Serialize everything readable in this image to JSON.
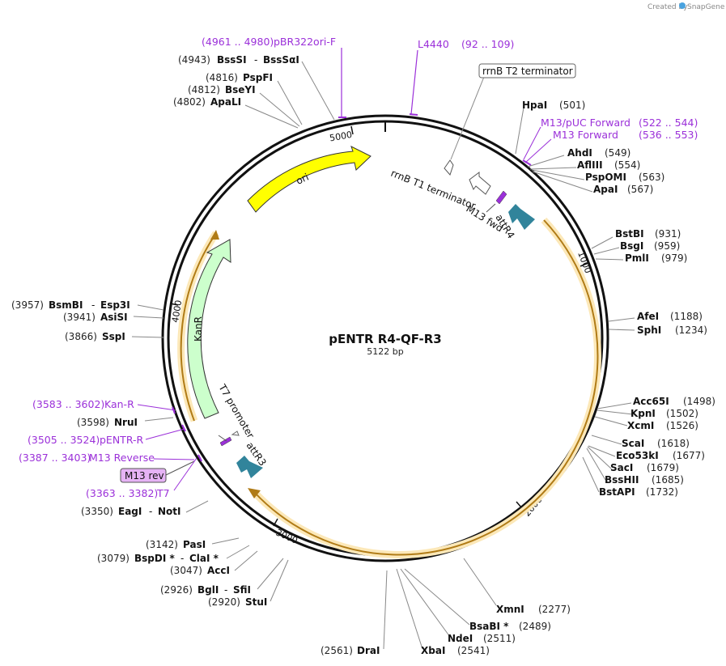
{
  "credit": {
    "text": "Created by",
    "brand": "SnapGene"
  },
  "plasmid": {
    "name": "pENTR R4-QF-R3",
    "size_label": "5122 bp"
  },
  "ticks": [
    "1000",
    "2000",
    "3000",
    "4000",
    "5000"
  ],
  "features": {
    "ori": "ori",
    "kanr": "KanR",
    "t7_promoter": "T7 promoter",
    "attr3": "attR3",
    "attr4": "attR4",
    "m13_fwd": "M13 fwd",
    "rrnb_t1": "rrnB T1 terminator",
    "rrnb_t2": "rrnB T2 terminator",
    "m13_rev_box": "M13 rev"
  },
  "primers": {
    "pbr322": {
      "range": "(4961 .. 4980)",
      "name": "pBR322ori-F"
    },
    "l4440": {
      "name": "L4440",
      "range": "(92 .. 109)"
    },
    "m13puc": {
      "name": "M13/pUC Forward",
      "range": "(522 .. 544)"
    },
    "m13fwd": {
      "name": "M13 Forward",
      "range": "(536 .. 553)"
    },
    "kanr": {
      "range": "(3583 .. 3602)",
      "name": "Kan-R"
    },
    "pentr": {
      "range": "(3505 .. 3524)",
      "name": "pENTR-R"
    },
    "m13rev": {
      "range": "(3387 .. 3403)",
      "name": "M13 Reverse"
    },
    "t7": {
      "range": "(3363 .. 3382)",
      "name": "T7"
    }
  },
  "sites": {
    "bsssi": {
      "pos": "(4943)",
      "name": "BssSI",
      "sep": "-",
      "name2": "BssSαI"
    },
    "pspfi": {
      "pos": "(4816)",
      "name": "PspFI"
    },
    "bseyi": {
      "pos": "(4812)",
      "name": "BseYI"
    },
    "apali": {
      "pos": "(4802)",
      "name": "ApaLI"
    },
    "hpai": {
      "name": "HpaI",
      "pos": "(501)"
    },
    "ahdi": {
      "name": "AhdI",
      "pos": "(549)"
    },
    "aflIII": {
      "name": "AflIII",
      "pos": "(554)"
    },
    "pspomi": {
      "name": "PspOMI",
      "pos": "(563)"
    },
    "apai": {
      "name": "ApaI",
      "pos": "(567)"
    },
    "bstbi": {
      "name": "BstBI",
      "pos": "(931)"
    },
    "bsgi": {
      "name": "BsgI",
      "pos": "(959)"
    },
    "pmli": {
      "name": "PmlI",
      "pos": "(979)"
    },
    "afei": {
      "name": "AfeI",
      "pos": "(1188)"
    },
    "sphi": {
      "name": "SphI",
      "pos": "(1234)"
    },
    "acc65i": {
      "name": "Acc65I",
      "pos": "(1498)"
    },
    "kpni": {
      "name": "KpnI",
      "pos": "(1502)"
    },
    "xcmi": {
      "name": "XcmI",
      "pos": "(1526)"
    },
    "scai": {
      "name": "ScaI",
      "pos": "(1618)"
    },
    "eco53ki": {
      "name": "Eco53kI",
      "pos": "(1677)"
    },
    "saci": {
      "name": "SacI",
      "pos": "(1679)"
    },
    "bsshii": {
      "name": "BssHII",
      "pos": "(1685)"
    },
    "bstapi": {
      "name": "BstAPI",
      "pos": "(1732)"
    },
    "xmni": {
      "name": "XmnI",
      "pos": "(2277)"
    },
    "bsabi": {
      "name": "BsaBI *",
      "pos": "(2489)"
    },
    "ndei": {
      "name": "NdeI",
      "pos": "(2511)"
    },
    "xbai": {
      "name": "XbaI",
      "pos": "(2541)"
    },
    "drai": {
      "pos": "(2561)",
      "name": "DraI"
    },
    "stui": {
      "pos": "(2920)",
      "name": "StuI"
    },
    "bgli": {
      "pos": "(2926)",
      "name": "BglI",
      "sep": "-",
      "name2": "SfiI"
    },
    "acci": {
      "pos": "(3047)",
      "name": "AccI"
    },
    "bspdi": {
      "pos": "(3079)",
      "name": "BspDI *",
      "sep": "-",
      "name2": "ClaI *"
    },
    "pasi": {
      "pos": "(3142)",
      "name": "PasI"
    },
    "eagi": {
      "pos": "(3350)",
      "name": "EagI",
      "sep": "-",
      "name2": "NotI"
    },
    "nrui": {
      "pos": "(3598)",
      "name": "NruI"
    },
    "sspi": {
      "pos": "(3866)",
      "name": "SspI"
    },
    "asisi": {
      "pos": "(3941)",
      "name": "AsiSI"
    },
    "bsmbi": {
      "pos": "(3957)",
      "name": "BsmBI",
      "sep": "-",
      "name2": "Esp3I"
    }
  },
  "colors": {
    "ori": "#ffff00",
    "kanr": "#ccffcc",
    "att": "#31849b",
    "primer": "#9b30d9",
    "orf": "#f5a623"
  }
}
